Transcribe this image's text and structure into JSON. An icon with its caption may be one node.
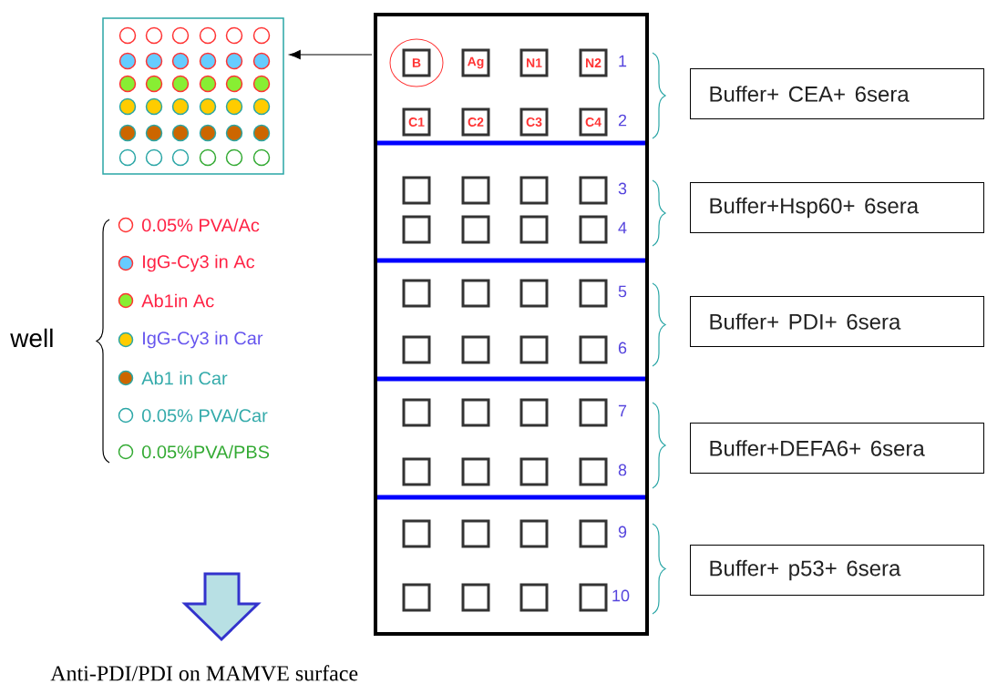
{
  "diagram": {
    "nodes": [
      {
        "text": [],
        "shape": "picture"
      },
      {
        "text": [],
        "shape": "box"
      },
      {
        "text": [
          "B"
        ],
        "in": 1
      },
      {
        "text": [
          "Ag"
        ],
        "in": 1
      },
      {
        "text": [
          "N1"
        ],
        "in": 1
      },
      {
        "text": [
          "N2"
        ],
        "in": 1
      },
      {
        "text": [
          "C1"
        ],
        "in": 1
      },
      {
        "text": [
          "C2"
        ],
        "in": 1
      },
      {
        "text": [
          "C3"
        ],
        "in": 1
      },
      {
        "text": [
          "C4"
        ],
        "in": 1
      },
      {
        "text": [],
        "shape": "box",
        "in": 1
      },
      {
        "text": [],
        "shape": "box",
        "in": 1
      },
      {
        "text": [],
        "shape": "box",
        "in": 1
      },
      {
        "text": [],
        "shape": "box",
        "in": 1
      },
      {
        "text": [],
        "shape": "box",
        "in": 1
      },
      {
        "text": [],
        "shape": "box",
        "in": 1
      },
      {
        "text": [],
        "shape": "box",
        "in": 1
      },
      {
        "text": [],
        "shape": "box",
        "in": 1
      },
      {
        "text": [],
        "shape": "box",
        "in": 1
      },
      {
        "text": [],
        "shape": "box",
        "in": 1
      },
      {
        "text": [],
        "shape": "box",
        "in": 1
      },
      {
        "text": [],
        "shape": "box",
        "in": 1
      },
      {
        "text": [],
        "shape": "box",
        "in": 1
      },
      {
        "text": [],
        "shape": "box",
        "in": 1
      },
      {
        "text": [],
        "shape": "box",
        "in": 1
      },
      {
        "text": [],
        "shape": "box",
        "in": 1
      },
      {
        "text": [],
        "shape": "box",
        "in": 1
      },
      {
        "text": [],
        "shape": "box",
        "in": 1
      },
      {
        "text": [],
        "shape": "box",
        "in": 1
      },
      {
        "text": [],
        "shape": "box",
        "in": 1
      },
      {
        "text": [],
        "shape": "box",
        "in": 1
      },
      {
        "text": [],
        "shape": "box",
        "in": 1
      },
      {
        "text": [],
        "shape": "box",
        "in": 1
      },
      {
        "text": [],
        "shape": "box",
        "in": 1
      },
      {
        "text": [],
        "shape": "box",
        "in": 1
      },
      {
        "text": [],
        "shape": "box",
        "in": 1
      },
      {
        "text": [],
        "shape": "box",
        "in": 1
      },
      {
        "text": [],
        "shape": "box",
        "in": 1
      },
      {
        "text": [],
        "shape": "box",
        "in": 1
      },
      {
        "text": [],
        "shape": "box",
        "in": 1
      },
      {
        "text": [],
        "shape": "box",
        "in": 1
      },
      {
        "text": [],
        "shape": "box",
        "in": 1
      },
      {
        "text": [
          "Buffer+ CEA+ 6sera"
        ]
      },
      {
        "text": [
          "Buffer+Hsp60+ 6sera"
        ]
      },
      {
        "text": [
          "Buffer+ PDI+ 6sera"
        ]
      },
      {
        "text": [
          "Buffer+DEFA6+ 6sera"
        ]
      },
      {
        "text": [
          "Buffer+ p53+ 6sera"
        ]
      }
    ],
    "edges": [
      {
        "from": 1,
        "to": 0,
        "arrow": "to"
      }
    ],
    "labels": [
      "1",
      "2",
      "3",
      "4",
      "5",
      "6",
      "7",
      "8",
      "9",
      "10",
      "well",
      "Anti-PDI/PDI on MAMVE surface"
    ],
    "legend": [
      {
        "text": "0.05% PVA/Ac"
      },
      {
        "text": "IgG-Cy3 in Ac"
      },
      {
        "text": "Ab1in Ac"
      },
      {
        "text": "IgG-Cy3 in Car"
      },
      {
        "text": "Ab1 in Car"
      },
      {
        "text": "0.05% PVA/Car"
      },
      {
        "text": "0.05%PVA/PBS"
      }
    ]
  }
}
